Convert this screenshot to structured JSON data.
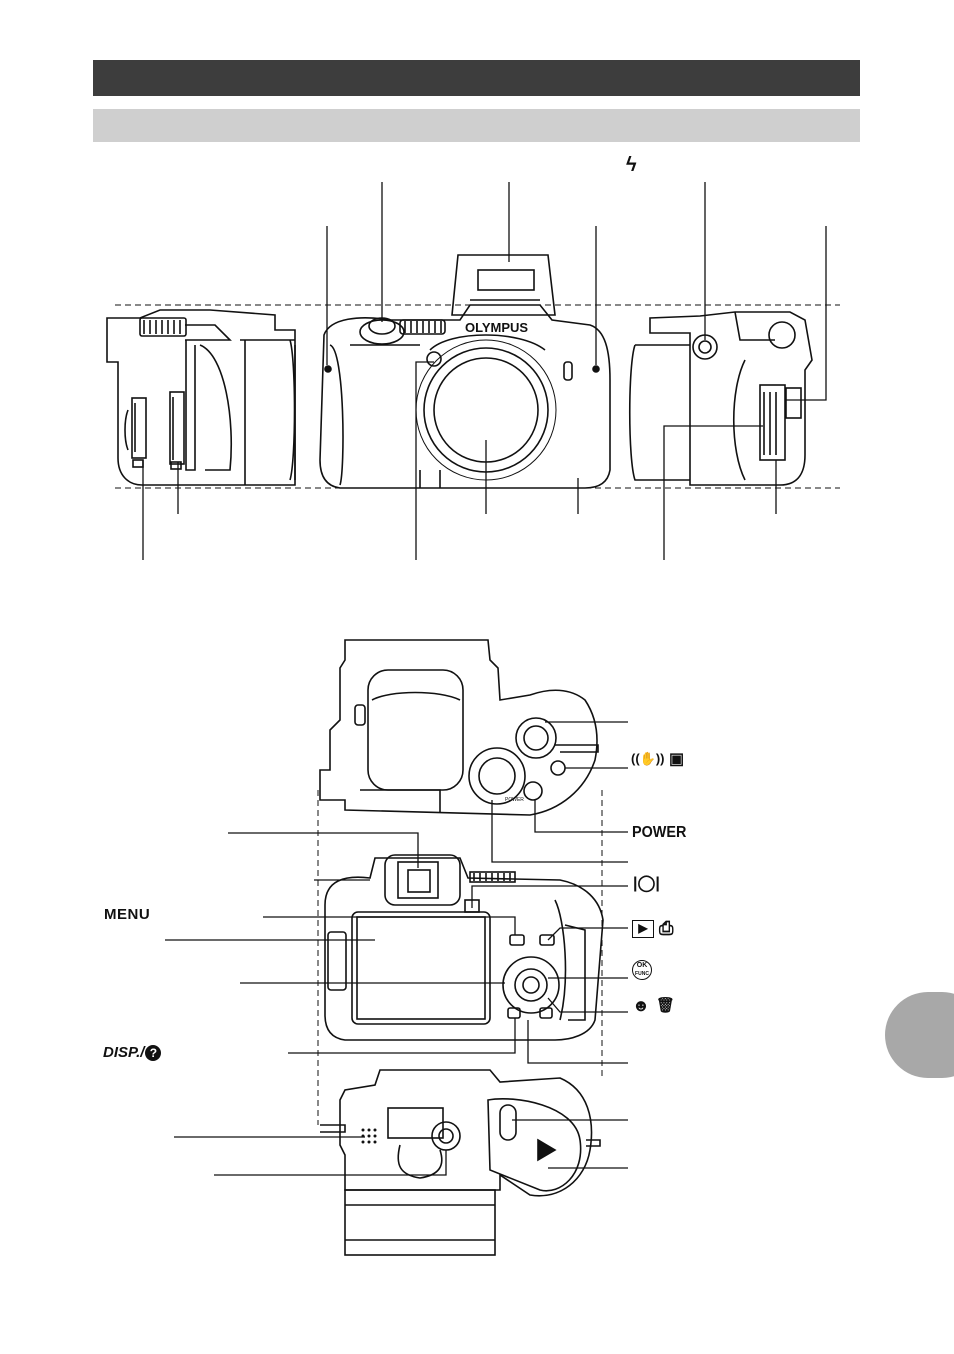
{
  "labels": {
    "flash": "ϟ",
    "menu": "MENU",
    "disp": "DISP./",
    "help_glyph": "?",
    "stabilizer": "((✋))",
    "drive": "▣",
    "power": "POWER",
    "quickview": "|◯|",
    "play": "▶",
    "print": "⎙",
    "ok": "OK",
    "ok_sub": "FUNC",
    "shadow": "☻",
    "erase": "🗑"
  },
  "graphics": {
    "front_brand": "OLYMPUS",
    "top_dial_text": "POWER",
    "icons": [
      "flash-icon",
      "menu-icon",
      "disp-help-icon",
      "image-stabilizer-icon",
      "drive-icon",
      "power-icon",
      "quick-view-icon",
      "playback-icon",
      "print-icon",
      "ok-func-icon",
      "shadow-adjust-icon",
      "erase-icon"
    ]
  }
}
